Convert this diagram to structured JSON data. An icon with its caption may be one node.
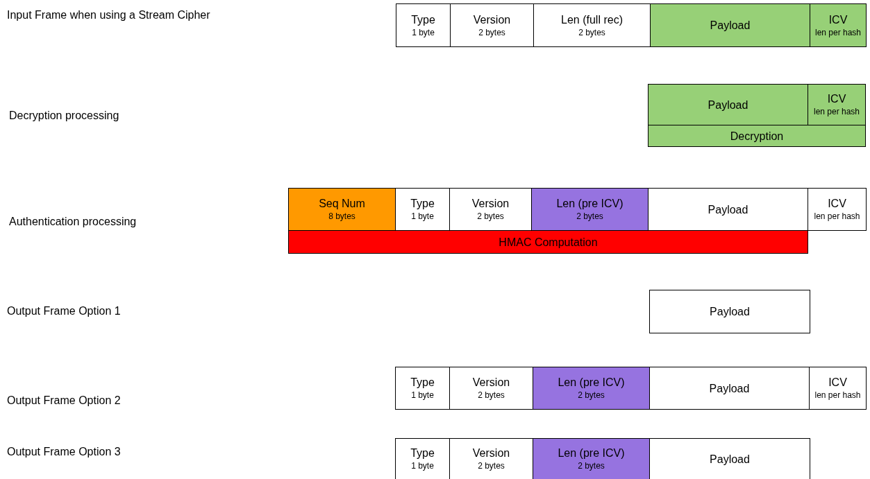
{
  "diagram": {
    "nodes": [
      {
        "text": [
          "Type",
          "1 byte"
        ]
      },
      {
        "text": [
          "Version",
          "2 bytes"
        ]
      },
      {
        "text": [
          "Len (full rec)",
          "2 bytes"
        ]
      },
      {
        "text": [
          "Payload"
        ]
      },
      {
        "text": [
          "ICV",
          "len per hash"
        ]
      },
      {
        "text": [
          "Payload"
        ]
      },
      {
        "text": [
          "ICV",
          "len per hash"
        ]
      },
      {
        "text": [
          "Decryption"
        ]
      },
      {
        "text": [
          "Seq Num",
          "8 bytes"
        ]
      },
      {
        "text": [
          "Type",
          "1 byte"
        ]
      },
      {
        "text": [
          "Version",
          "2 bytes"
        ]
      },
      {
        "text": [
          "Len (pre ICV)",
          "2 bytes"
        ]
      },
      {
        "text": [
          "Payload"
        ]
      },
      {
        "text": [
          "ICV",
          "len per hash"
        ]
      },
      {
        "text": [
          "HMAC Computation"
        ]
      },
      {
        "text": [
          "Payload"
        ]
      },
      {
        "text": [
          "Type",
          "1 byte"
        ]
      },
      {
        "text": [
          "Version",
          "2 bytes"
        ]
      },
      {
        "text": [
          "Len (pre ICV)",
          "2 bytes"
        ]
      },
      {
        "text": [
          "Payload"
        ]
      },
      {
        "text": [
          "ICV",
          "len per hash"
        ]
      },
      {
        "text": [
          "Type",
          "1 byte"
        ]
      },
      {
        "text": [
          "Version",
          "2 bytes"
        ]
      },
      {
        "text": [
          "Len (pre ICV)",
          "2 bytes"
        ]
      },
      {
        "text": [
          "Payload"
        ]
      }
    ],
    "labels": [
      "Input Frame when using a Stream Cipher",
      "Decryption processing",
      "Authentication processing",
      "Output Frame Option 1",
      "Output Frame Option 2",
      "Output Frame Option 3"
    ]
  }
}
